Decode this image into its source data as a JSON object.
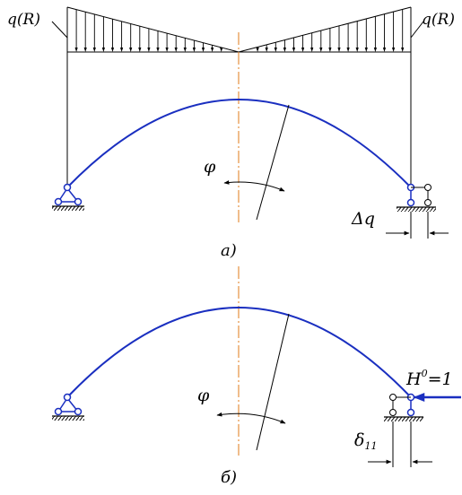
{
  "labels": {
    "load_left": "q(R)",
    "load_right": "q(R)",
    "phi_a": "φ",
    "delta_q": "Δq",
    "caption_a": "а)",
    "phi_b": "φ",
    "force_prefix": "H",
    "force_sup": "0",
    "force_suffix": "=1",
    "delta_main": "δ",
    "delta_sub": "11",
    "caption_b": "б)"
  },
  "colors": {
    "line": "#000000",
    "arch": "#1a2fc0",
    "axis": "#e07b1a",
    "support": "#1a2fc0"
  }
}
